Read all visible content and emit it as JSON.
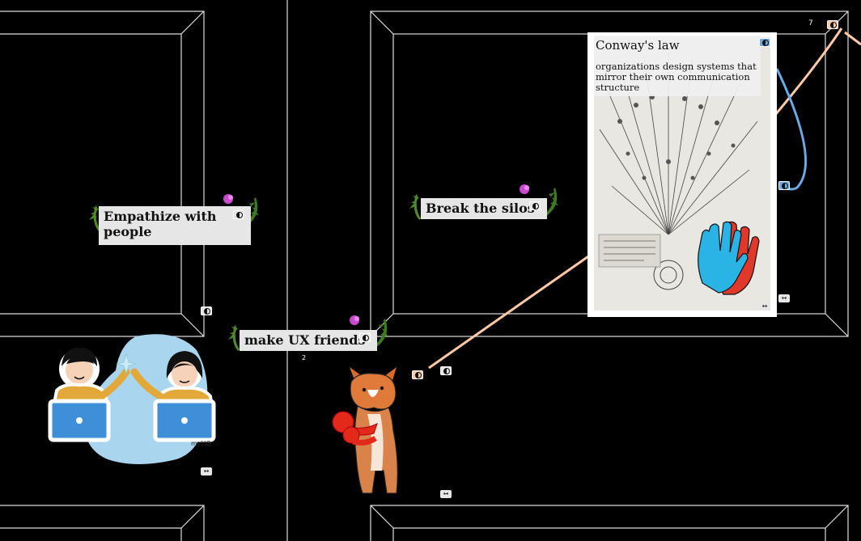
{
  "canvas": {
    "cards": [
      {
        "id": "empathize",
        "text": "Empathize with people"
      },
      {
        "id": "silos",
        "text": "Break the silos"
      },
      {
        "id": "friends",
        "text": "make UX friends"
      }
    ],
    "conway": {
      "title": "Conway's law",
      "body": "organizations design systems that mirror their own communication structure"
    },
    "counters": {
      "top_right": "7",
      "near_friends": "2"
    },
    "resize_glyph": "↔",
    "connection_colors": {
      "peach": "#ffc9a8",
      "blue": "#6aaae8",
      "gray": "#e6e6e6"
    },
    "icons": [
      "fern-icon",
      "flower-icon",
      "connector-icon",
      "resize-icon",
      "high-five-illustration",
      "corgi-boxing-illustration",
      "org-chart-image",
      "hands-icon"
    ],
    "brand_text": "myHQ"
  }
}
